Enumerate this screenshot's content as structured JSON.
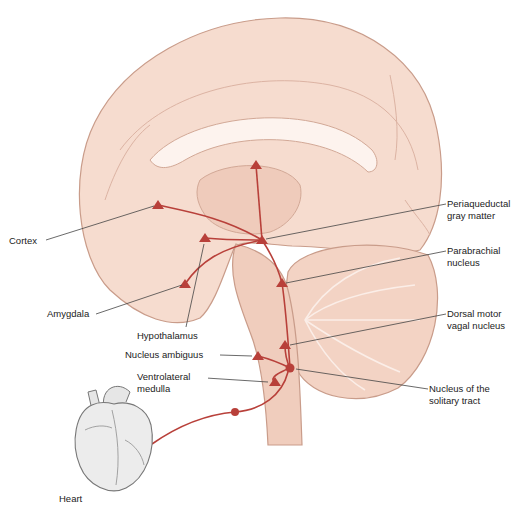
{
  "diagram": {
    "labels": [
      "Periaqueductal gray matter",
      "Parabrachial nucleus",
      "Dorsal motor vagal nucleus",
      "Nucleus of the solitary tract",
      "Cortex",
      "Amygdala",
      "Hypothalamus",
      "Nucleus ambiguus",
      "Ventrolateral medulla",
      "Heart"
    ]
  }
}
